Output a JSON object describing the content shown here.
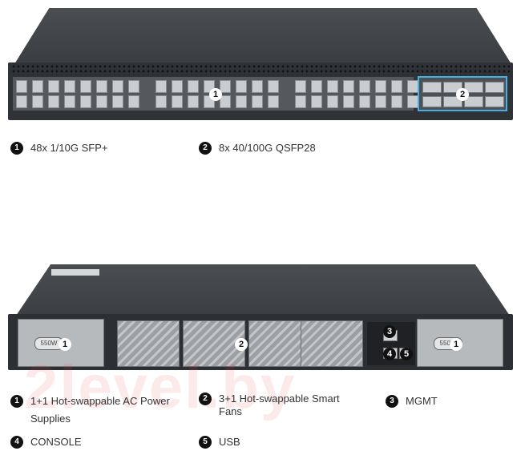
{
  "front": {
    "callouts": [
      "1",
      "2"
    ],
    "sfp_port_count": 48,
    "qsfp_port_count": 8,
    "highlight_color": "#45b0e6"
  },
  "front_legend": [
    {
      "num": "1",
      "label": "48x 1/10G SFP+"
    },
    {
      "num": "2",
      "label": "8x 40/100G QSFP28"
    }
  ],
  "rear": {
    "psu_label": "550W",
    "callouts": [
      "1",
      "2",
      "3",
      "4",
      "5",
      "1"
    ]
  },
  "rear_legend": [
    {
      "num": "1",
      "label": "1+1 Hot-swappable AC Power Supplies"
    },
    {
      "num": "2",
      "label": "3+1 Hot-swappable Smart Fans"
    },
    {
      "num": "3",
      "label": "MGMT"
    },
    {
      "num": "4",
      "label": "CONSOLE"
    },
    {
      "num": "5",
      "label": "USB"
    }
  ],
  "watermark": "2level.by"
}
